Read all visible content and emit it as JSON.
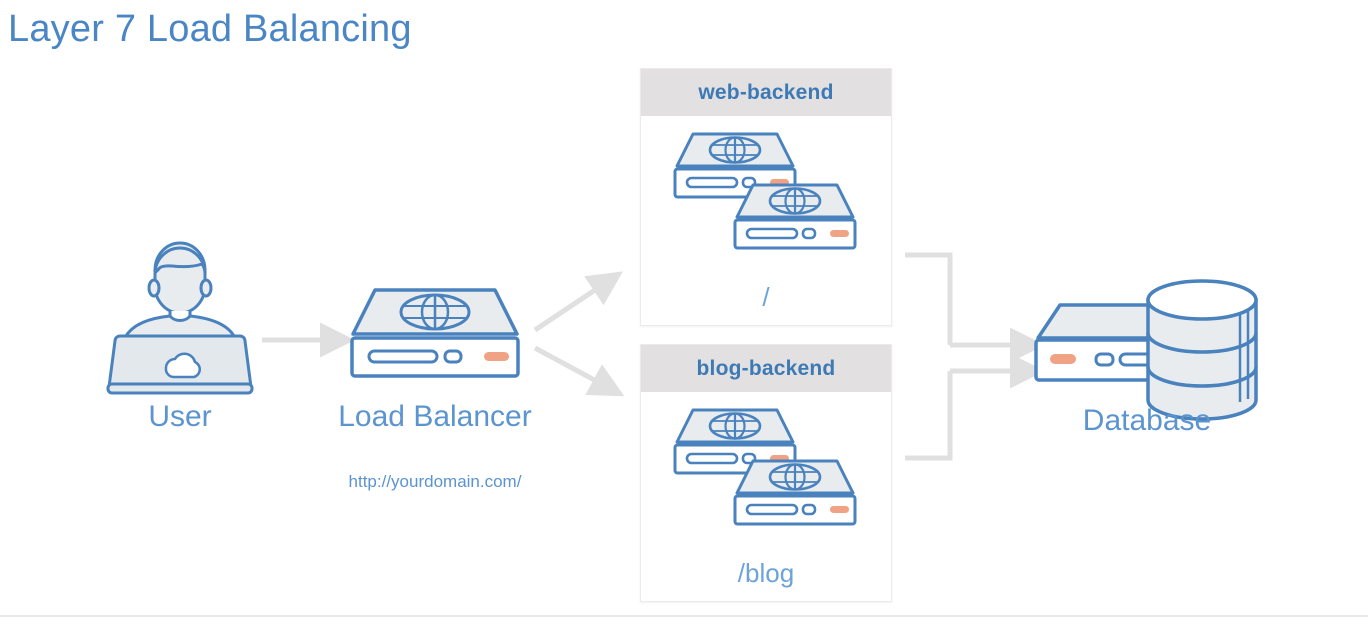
{
  "title": "Layer 7 Load Balancing",
  "colors": {
    "title_blue": "#4a86c5",
    "label_blue": "#5b94cf",
    "header_text_blue": "#3d7ab5",
    "icon_stroke": "#4a82bd",
    "icon_fill": "#e8ecef",
    "accent_orange": "#f0a285",
    "arrow_gray": "#e0e0e0",
    "header_band_gray": "#e2e0e0",
    "box_border": "#eceaea",
    "page_background": "#ffffff"
  },
  "nodes": {
    "user": {
      "label": "User",
      "icon": "user-at-laptop-icon"
    },
    "load_balancer": {
      "label": "Load Balancer",
      "url": "http://yourdomain.com/",
      "icon": "server-globe-icon"
    },
    "database": {
      "label": "Database",
      "icon": "database-server-icon"
    }
  },
  "backends": [
    {
      "name": "web-backend",
      "path": "/",
      "server_count": 2,
      "icon": "server-stack-icon"
    },
    {
      "name": "blog-backend",
      "path": "/blog",
      "server_count": 2,
      "icon": "server-stack-icon"
    }
  ],
  "connections": [
    {
      "from": "user",
      "to": "load_balancer",
      "style": "straight-arrow"
    },
    {
      "from": "load_balancer",
      "to": "web-backend",
      "style": "diagonal-arrow-up"
    },
    {
      "from": "load_balancer",
      "to": "blog-backend",
      "style": "diagonal-arrow-down"
    },
    {
      "from": "web-backend",
      "to": "database",
      "style": "elbow-arrow"
    },
    {
      "from": "blog-backend",
      "to": "database",
      "style": "elbow-arrow"
    }
  ]
}
